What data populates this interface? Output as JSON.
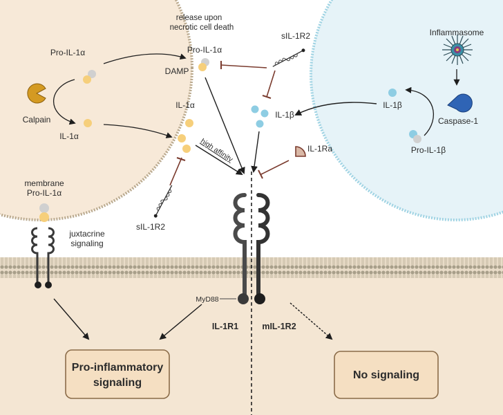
{
  "labels": {
    "release": [
      "release upon",
      "necrotic cell death"
    ],
    "pro_il1a_left": "Pro-IL-1α",
    "calpain": "Calpain",
    "il1a_left": "IL-1α",
    "pro_il1a_center": "Pro-IL-1α",
    "damp": "DAMP",
    "il1a_center": "IL-1α",
    "high_affinity": "high affinity",
    "sil1r2_top": "sIL-1R2",
    "sil1r2_bottom": "sIL-1R2",
    "il1b_center": "IL-1β",
    "il1ra": "IL-1Ra",
    "inflammasome": "Inflammasome",
    "il1b_right": "IL-1β",
    "caspase1": "Caspase-1",
    "pro_il1b": "Pro-IL-1β",
    "membrane_pro": [
      "membrane",
      "Pro-IL-1α"
    ],
    "juxtacrine": [
      "juxtacrine",
      "signaling"
    ],
    "myd88": "MyD88",
    "il1r1": "IL-1R1",
    "mil1r2": "mIL-1R2"
  },
  "outcomes": {
    "pro_inflammatory": [
      "Pro-inflammatory",
      "signaling"
    ],
    "no_signaling": "No signaling"
  },
  "colors": {
    "left_cell_fill": "#f7e9d8",
    "left_cell_border": "#b9a98e",
    "right_cell_fill": "#e6f3f8",
    "right_cell_border": "#9fd3e3",
    "intracellular": "#f4e6d3",
    "membrane": "#a89f8a",
    "il1a": "#f6cf7b",
    "pro_domain": "#d0d0d0",
    "il1b": "#8ecde3",
    "calpain": "#d49a22",
    "caspase": "#2f64b5",
    "inhibitor": "#7a3b2e",
    "receptor": "#4a4a4a",
    "box_fill": "#f5dfc2",
    "box_border": "#8a6b48"
  }
}
